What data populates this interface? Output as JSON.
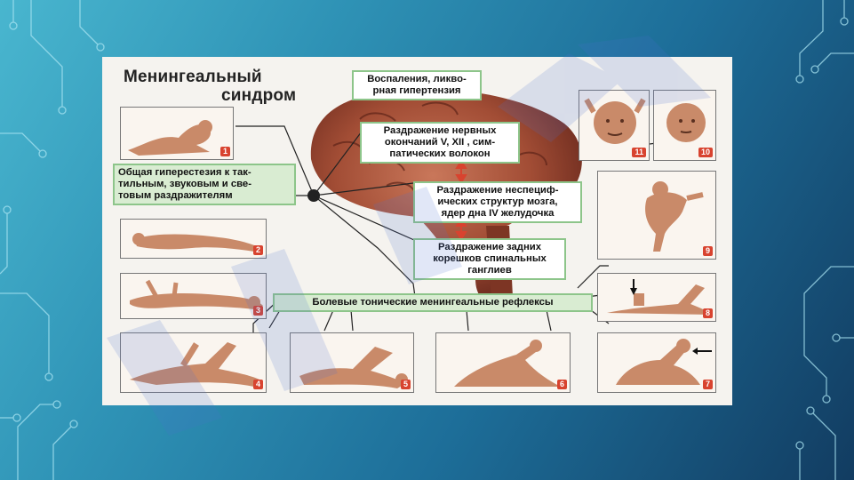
{
  "title": {
    "line1": "Менингеальный",
    "line2": "синдром"
  },
  "labels": {
    "inflammation": {
      "line1": "Воспаления, ликво-",
      "line2": "рная гипертензия"
    },
    "nerve_endings": {
      "line1": "Раздражение нервных",
      "line2": "окончаний V, XII , сим-",
      "line3": "патических волокон"
    },
    "nonspecific": {
      "line1": "Раздражение неспециф-",
      "line2": "ических структур мозга,",
      "line3": "ядер дна IV желудочка"
    },
    "posterior_roots": {
      "line1": "Раздражение задних",
      "line2": "корешков спинальных",
      "line3": "ганглиев"
    },
    "hyperesthesia": {
      "line1": "Общая гиперестезия к так-",
      "line2": "тильным, звуковым и све-",
      "line3": "товым раздражителям"
    },
    "reflexes": "Болевые тонические менингеальные рефлексы"
  },
  "panels": [
    {
      "id": "p1",
      "number": "1"
    },
    {
      "id": "p2",
      "number": "2"
    },
    {
      "id": "p3",
      "number": "3"
    },
    {
      "id": "p4",
      "number": "4"
    },
    {
      "id": "p5",
      "number": "5"
    },
    {
      "id": "p6",
      "number": "6"
    },
    {
      "id": "p7",
      "number": "7"
    },
    {
      "id": "p8",
      "number": "8"
    },
    {
      "id": "p9",
      "number": "9"
    },
    {
      "id": "p10",
      "number": "10"
    },
    {
      "id": "p11",
      "number": "11"
    }
  ],
  "colors": {
    "label_border": "#8dc58a",
    "badge": "#d8432f",
    "arrow": "#d8432f",
    "brain": "#9a4a35"
  }
}
